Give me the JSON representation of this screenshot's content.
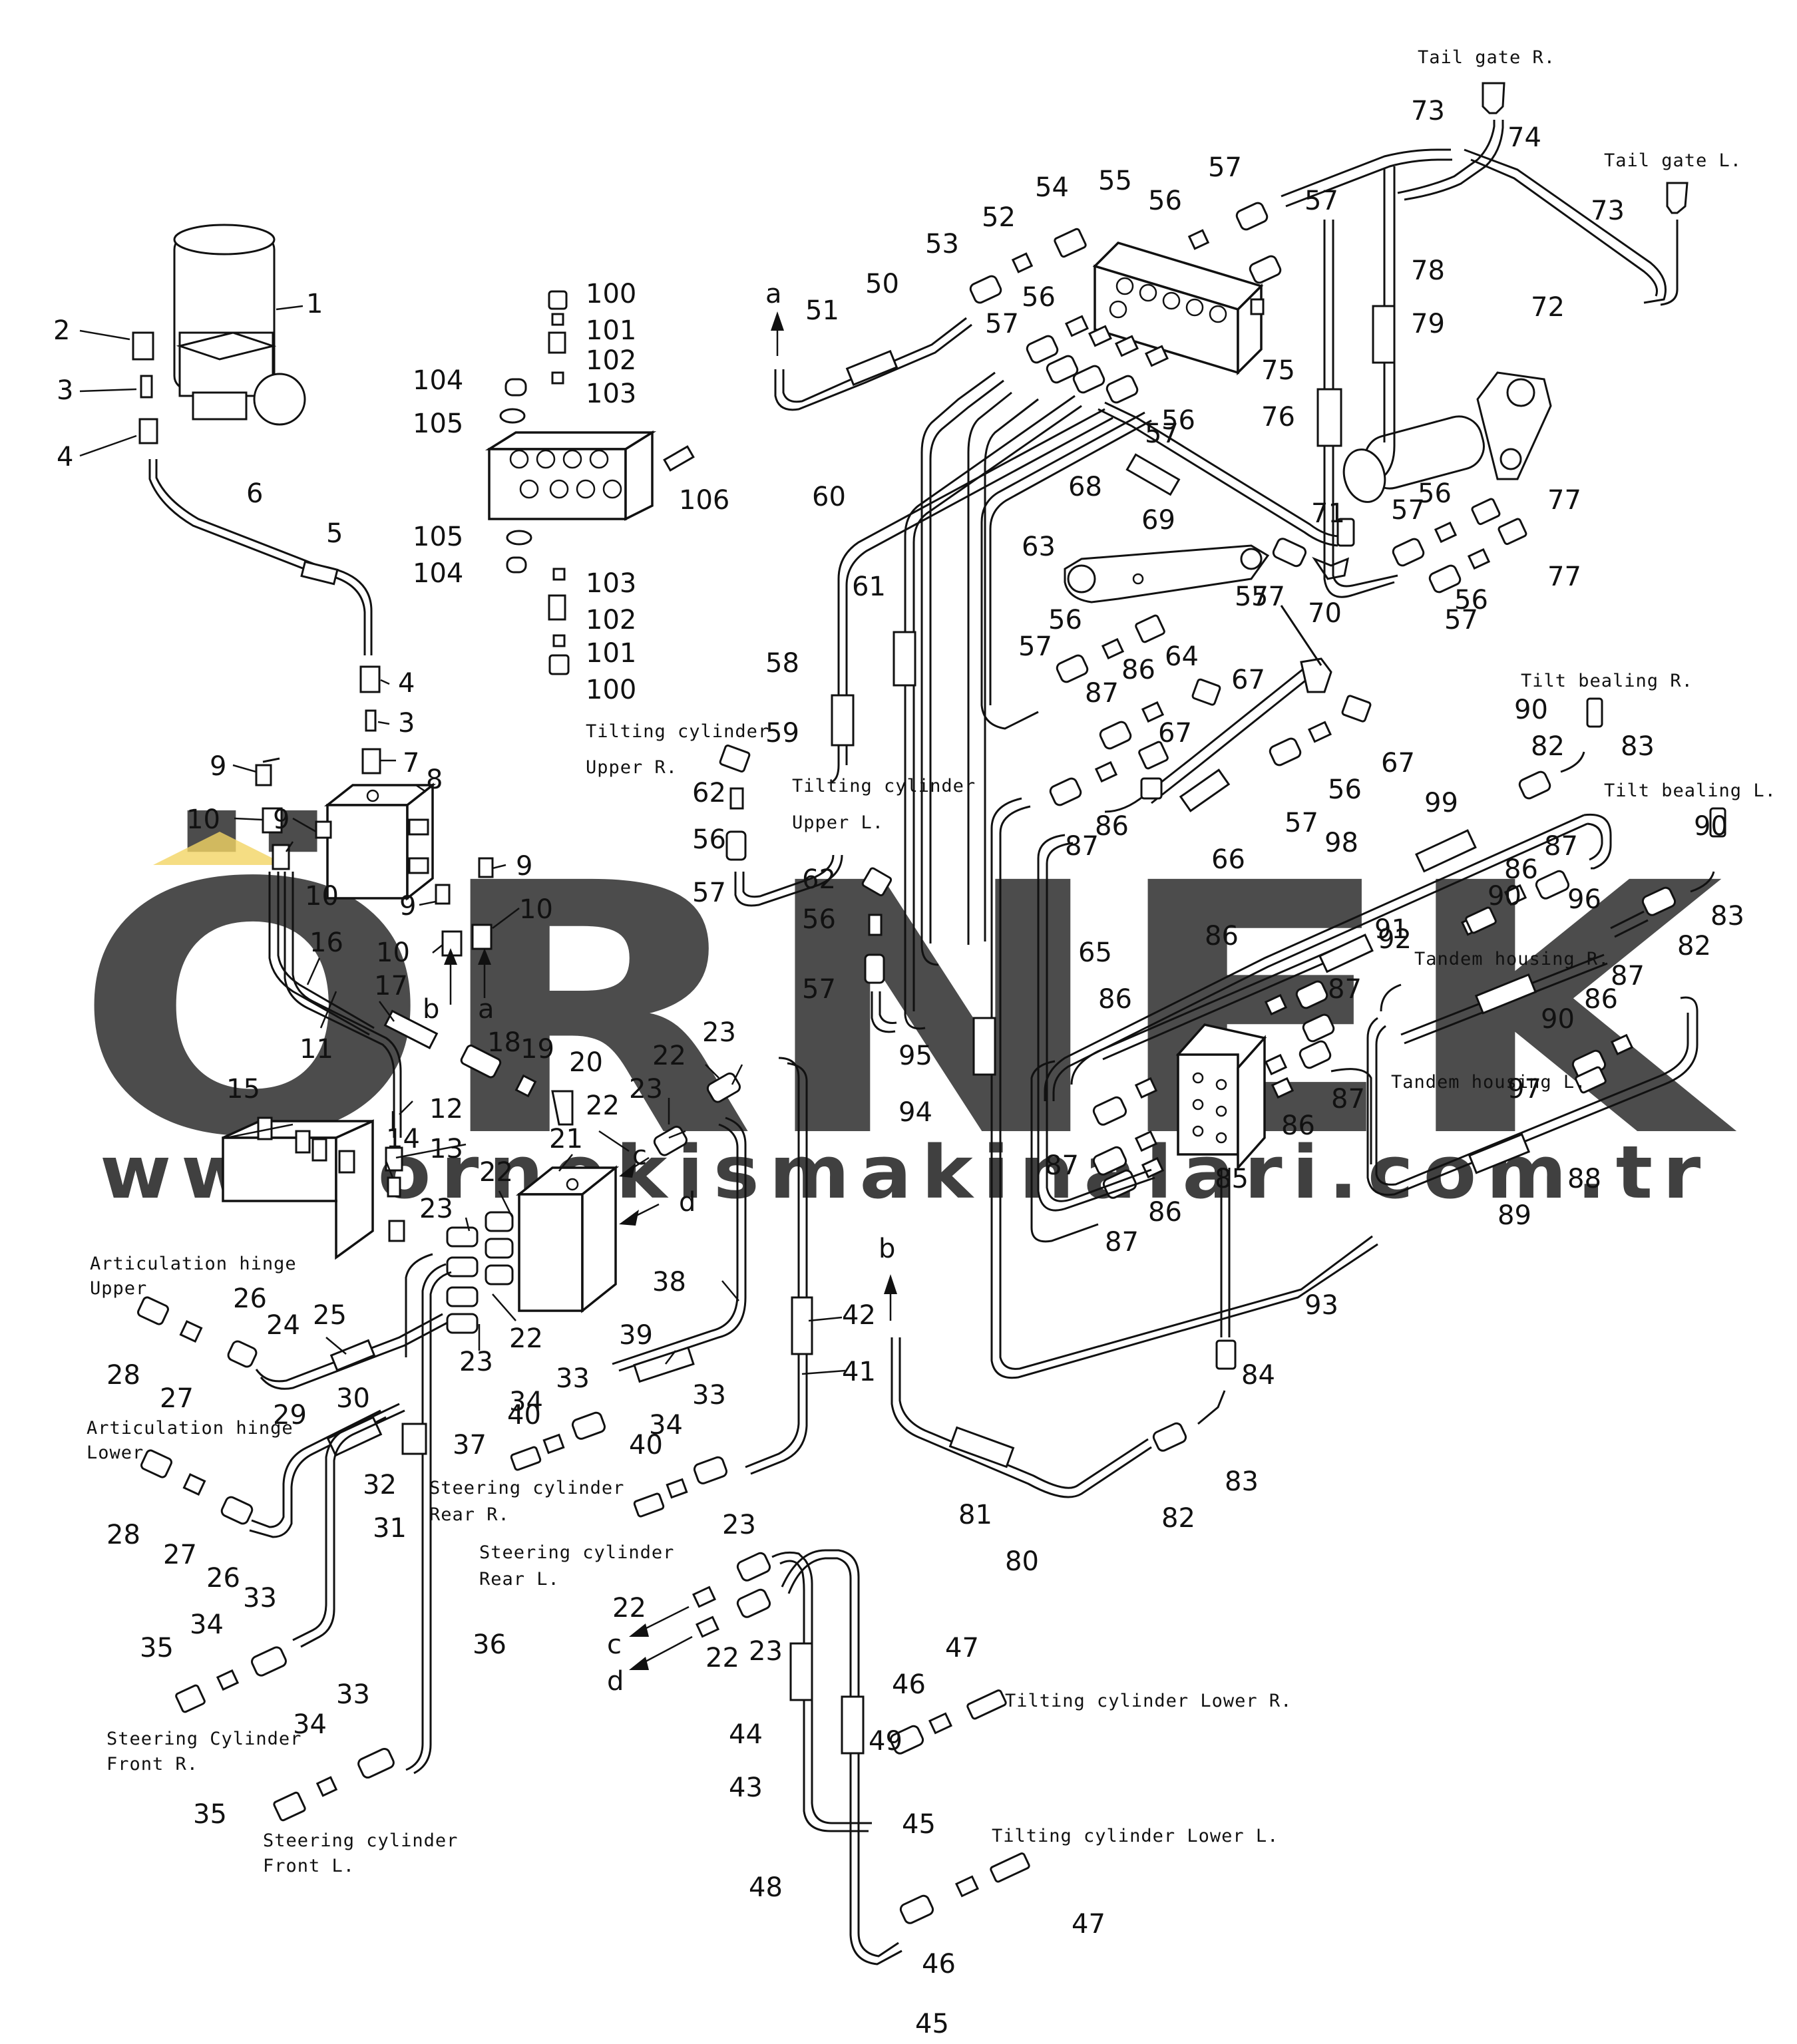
{
  "watermark": {
    "logo_text": "ÖRNEK",
    "url_text": "www.ornekismakinalari.com.tr"
  },
  "callouts": {
    "c1": "1",
    "c2": "2",
    "c3": "3",
    "c4": "4",
    "c5": "5",
    "c6": "6",
    "c7": "7",
    "c8": "8",
    "c9": "9",
    "c10": "10",
    "c11": "11",
    "c12": "12",
    "c13": "13",
    "c14": "14",
    "c15": "15",
    "c16": "16",
    "c17": "17",
    "c18": "18",
    "c19": "19",
    "c20": "20",
    "c21": "21",
    "c22": "22",
    "c23": "23",
    "c24": "24",
    "c25": "25",
    "c26": "26",
    "c27": "27",
    "c28": "28",
    "c29": "29",
    "c30": "30",
    "c31": "31",
    "c32": "32",
    "c33": "33",
    "c34": "34",
    "c35": "35",
    "c36": "36",
    "c37": "37",
    "c38": "38",
    "c39": "39",
    "c40": "40",
    "c41": "41",
    "c42": "42",
    "c43": "43",
    "c44": "44",
    "c45": "45",
    "c46": "46",
    "c47": "47",
    "c48": "48",
    "c49": "49",
    "c50": "50",
    "c51": "51",
    "c52": "52",
    "c53": "53",
    "c54": "54",
    "c55": "55",
    "c56": "56",
    "c57": "57",
    "c58": "58",
    "c59": "59",
    "c60": "60",
    "c61": "61",
    "c62": "62",
    "c63": "63",
    "c64": "64",
    "c65": "65",
    "c66": "66",
    "c67": "67",
    "c68": "68",
    "c69": "69",
    "c70": "70",
    "c71": "71",
    "c72": "72",
    "c73": "73",
    "c74": "74",
    "c75": "75",
    "c76": "76",
    "c77": "77",
    "c78": "78",
    "c79": "79",
    "c80": "80",
    "c81": "81",
    "c82": "82",
    "c83": "83",
    "c84": "84",
    "c85": "85",
    "c86": "86",
    "c87": "87",
    "c88": "88",
    "c89": "89",
    "c90": "90",
    "c91": "91",
    "c92": "92",
    "c93": "93",
    "c94": "94",
    "c95": "95",
    "c96": "96",
    "c97": "97",
    "c98": "98",
    "c99": "99",
    "c100": "100",
    "c101": "101",
    "c102": "102",
    "c103": "103",
    "c104": "104",
    "c105": "105",
    "c106": "106",
    "a": "a",
    "b": "b",
    "c": "c",
    "d": "d"
  },
  "captions": {
    "tail_gate_r": "Tail gate R.",
    "tail_gate_l": "Tail gate L.",
    "tilt_bealing_r": "Tilt bealing R.",
    "tilt_bealing_l": "Tilt bealing L.",
    "tandem_housing_r": "Tandem housing R.",
    "tandem_housing_l": "Tandem housing L.",
    "tilting_cyl_upper_r_1": "Tilting  cylinder",
    "tilting_cyl_upper_r_2": "Upper R.",
    "tilting_cyl_upper_l_1": "Tilting  cylinder",
    "tilting_cyl_upper_l_2": "Upper L.",
    "art_hinge_upper_1": "Articulation hinge",
    "art_hinge_upper_2": "Upper",
    "art_hinge_lower_1": "Articulation hinge",
    "art_hinge_lower_2": "Lower",
    "steer_rear_r_1": "Steering cylinder",
    "steer_rear_r_2": "Rear R.",
    "steer_rear_l_1": "Steering cylinder",
    "steer_rear_l_2": "Rear L.",
    "steer_front_r_1": "Steering Cylinder",
    "steer_front_r_2": "Front R.",
    "steer_front_l_1": "Steering cylinder",
    "steer_front_l_2": "Front L.",
    "tilt_lower_r": "Tilting cylinder Lower R.",
    "tilt_lower_l": "Tilting cylinder Lower L."
  },
  "colors": {
    "line": "#111111",
    "watermark": "#cfcfd4",
    "watermark_accent": "#f0d060",
    "background": "#ffffff"
  }
}
